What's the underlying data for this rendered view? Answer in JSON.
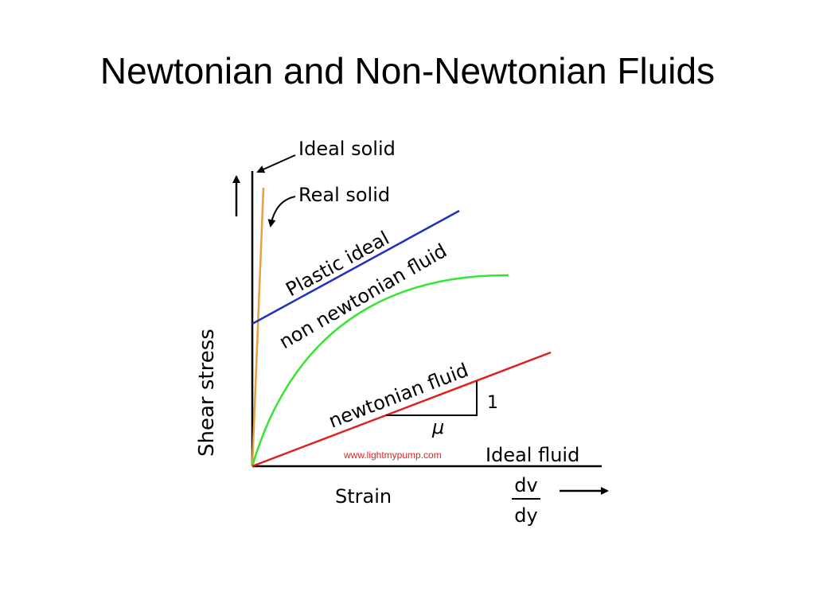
{
  "title": "Newtonian and Non-Newtonian Fluids",
  "colors": {
    "ideal_solid": "#000000",
    "real_solid": "#e8a040",
    "plastic_ideal": "#1f2fbf",
    "non_newtonian": "#33e633",
    "newtonian": "#e02020",
    "axis": "#000000",
    "url": "#e0201f"
  },
  "diagram": {
    "y_axis_label": "Shear stress",
    "x_axis_label": "Strain",
    "rate_numerator": "dv",
    "rate_denominator": "dy",
    "curves": {
      "ideal_solid": "Ideal solid",
      "real_solid": "Real solid",
      "plastic_ideal": "Plastic ideal",
      "non_newtonian": "non newtonian fluid",
      "newtonian": "newtonian fluid",
      "ideal_fluid": "Ideal fluid"
    },
    "slope_rise": "1",
    "slope_run": "μ",
    "source": "www.lightmypump.com"
  }
}
